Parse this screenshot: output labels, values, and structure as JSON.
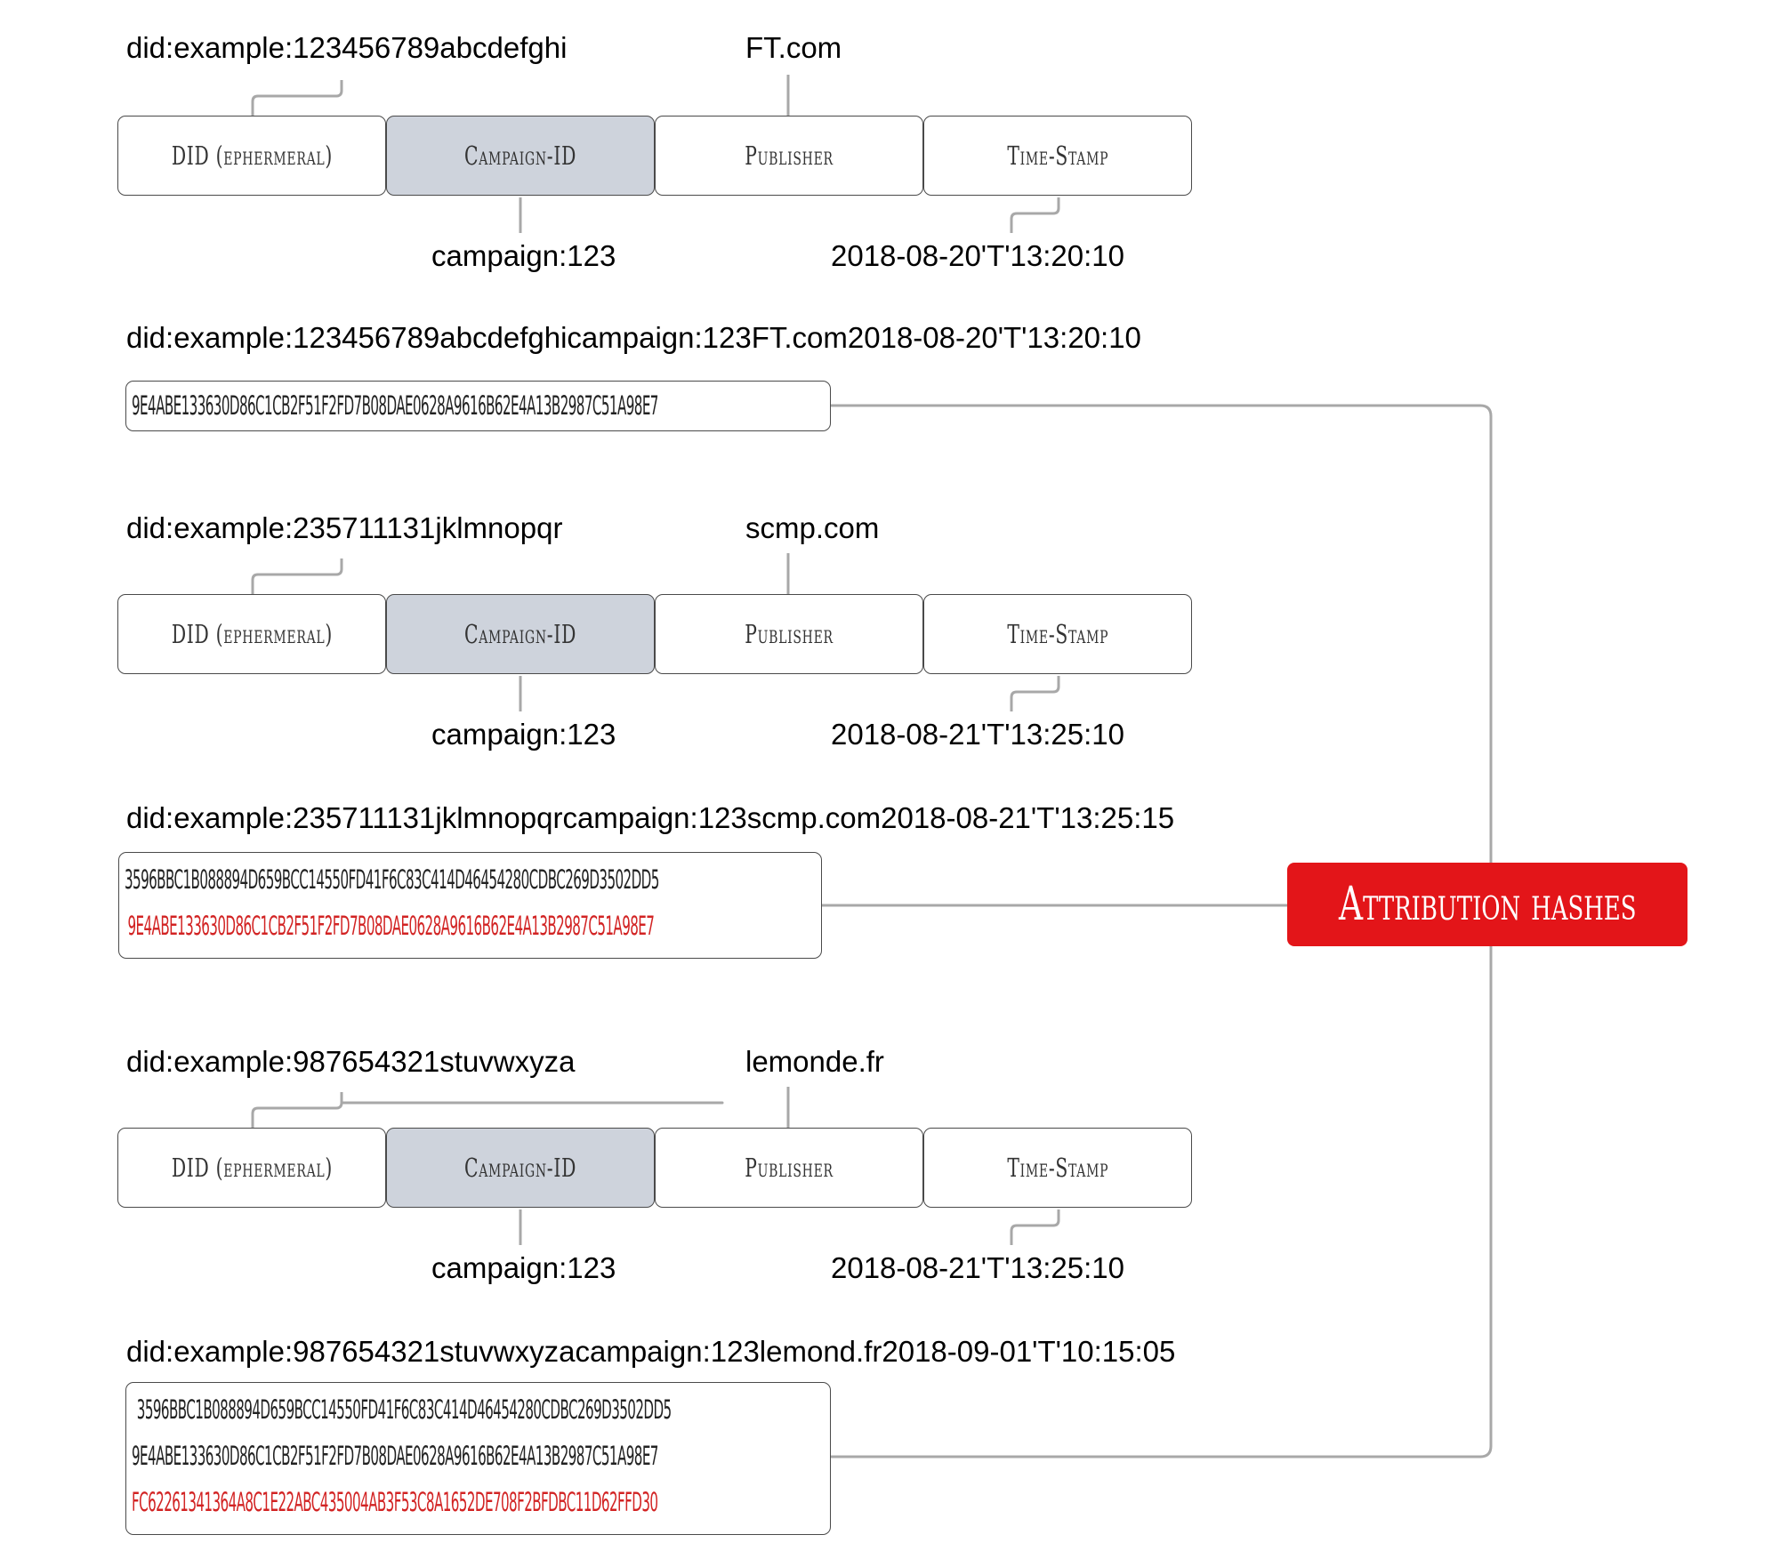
{
  "groups": [
    {
      "did": "did:example:123456789abcdefghi",
      "publisher": "FT.com",
      "campaign": "campaign:123",
      "timestamp": "2018-08-20'T'13:20:10",
      "concatenated": "did:example:123456789abcdefghicampaign:123FT.com2018-08-20'T'13:20:10",
      "hashes": [
        {
          "value": "9e4abe133630d86c1cb2f51f2fd7b08dae0628a9616b62e4a13b2987c51a98e7",
          "color": "#222222"
        }
      ]
    },
    {
      "did": "did:example:235711131jklmnopqr",
      "publisher": "scmp.com",
      "campaign": "campaign:123",
      "timestamp": "2018-08-21'T'13:25:10",
      "concatenated": "did:example:235711131jklmnopqrcampaign:123scmp.com2018-08-21'T'13:25:15",
      "hashes": [
        {
          "value": "3596bbc1b088894d659bcc14550fd41f6c83c414d46454280cdbc269d3502dd5",
          "color": "#222222"
        },
        {
          "value": "9e4abe133630d86c1cb2f51f2fd7b08dae0628a9616b62e4a13b2987c51a98e7",
          "color": "#d22323"
        }
      ]
    },
    {
      "did": "did:example:987654321stuvwxyza",
      "publisher": "lemonde.fr",
      "campaign": "campaign:123",
      "timestamp": "2018-08-21'T'13:25:10",
      "concatenated": "did:example:987654321stuvwxyzacampaign:123lemond.fr2018-09-01'T'10:15:05",
      "hashes": [
        {
          "value": "3596bbc1b088894d659bcc14550fd41f6c83c414d46454280cdbc269d3502dd5",
          "color": "#222222"
        },
        {
          "value": "9e4abe133630d86c1cb2f51f2fd7b08dae0628a9616b62e4a13b2987c51a98e7",
          "color": "#222222"
        },
        {
          "value": "fc62261341364a8c1e22abc435004ab3f53c8a1652de708f2bfdbc11d62ffd30",
          "color": "#d22323"
        }
      ]
    }
  ],
  "field_labels": {
    "did": "DID (ephermeral)",
    "campaign_id": "Campaign-ID",
    "publisher": "Publisher",
    "timestamp": "Time-Stamp"
  },
  "attribution_label": "Attribution hashes",
  "colors": {
    "accent_red": "#e31519",
    "shaded_box": "#ced3dc",
    "connector": "#aaaaaa"
  }
}
